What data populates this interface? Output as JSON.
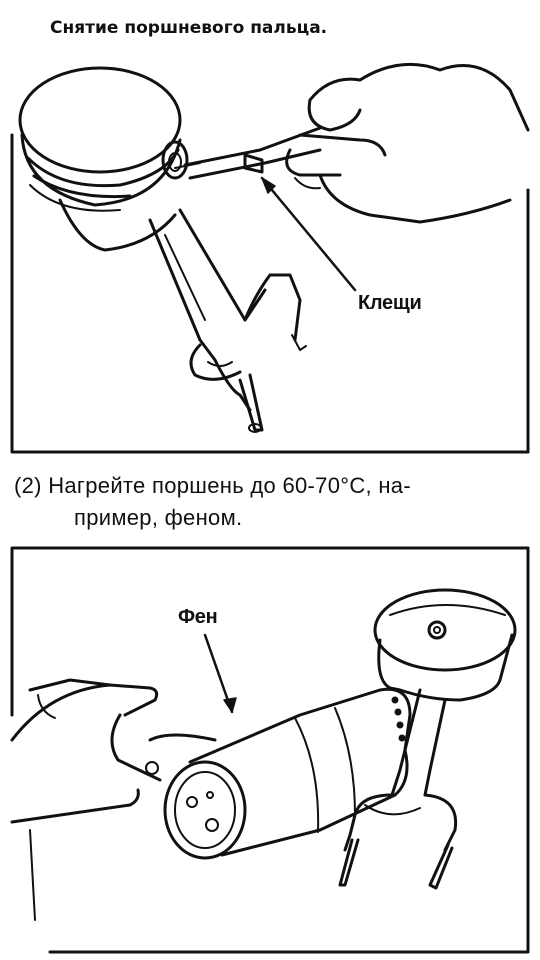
{
  "title": "Снятие поршневого пальца.",
  "figure1": {
    "label": "Клещи"
  },
  "step": {
    "line1": "(2)  Нагрейте поршень до 60-70°С, на-",
    "line2": "пример, феном."
  },
  "figure2": {
    "label": "Фен"
  }
}
